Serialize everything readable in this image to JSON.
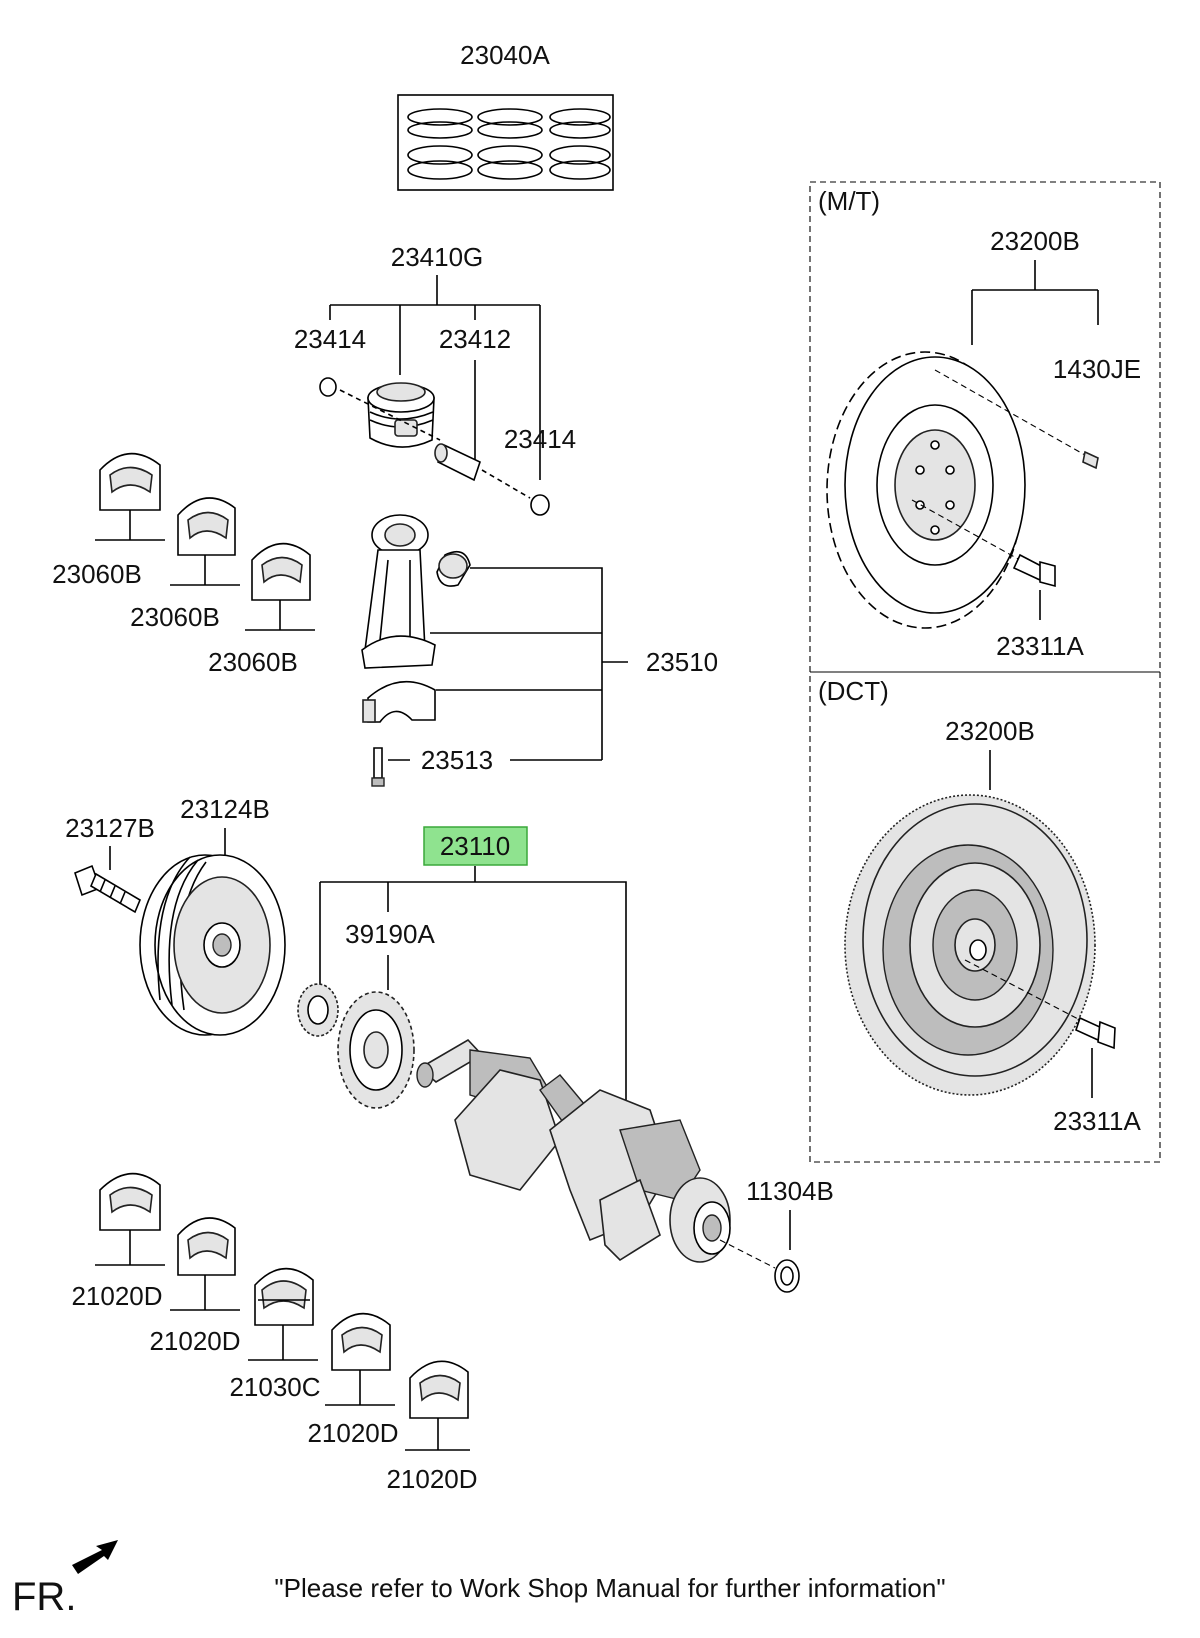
{
  "parts": {
    "piston_ring_set": "23040A",
    "piston_assembly": "23410G",
    "snap_ring_left": "23414",
    "piston_pin": "23412",
    "snap_ring_right": "23414",
    "conrod_bearing_1": "23060B",
    "conrod_bearing_2": "23060B",
    "conrod_bearing_3": "23060B",
    "connecting_rod": "23510",
    "conrod_bolt": "23513",
    "pulley_bolt": "23127B",
    "crank_pulley": "23124B",
    "crankshaft": "23110",
    "sprocket": "39190A",
    "rear_seal": "11304B",
    "main_bearing_1": "21020D",
    "main_bearing_2": "21020D",
    "thrust_bearing": "21030C",
    "main_bearing_3": "21020D",
    "main_bearing_4": "21020D"
  },
  "mt_box": {
    "title": "(M/T)",
    "flywheel": "23200B",
    "pin": "1430JE",
    "bolt": "23311A"
  },
  "dct_box": {
    "title": "(DCT)",
    "flywheel": "23200B",
    "bolt": "23311A"
  },
  "footer": {
    "direction": "FR.",
    "note": "\"Please refer to Work Shop Manual for further information\""
  },
  "colors": {
    "highlight_fill": "#8fe38f",
    "highlight_stroke": "#3aa83a",
    "part_shade": "#bdbdbd"
  }
}
